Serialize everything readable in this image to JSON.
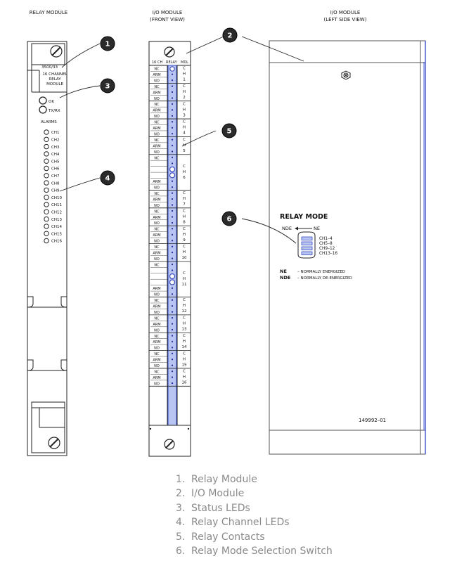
{
  "headings": {
    "relay_module": "RELAY MODULE",
    "io_front_1": "I/O MODULE",
    "io_front_2": "(FRONT VIEW)",
    "io_side_1": "I/O MODULE",
    "io_side_2": "(LEFT SIDE VIEW)"
  },
  "relay_module": {
    "model": "3500/33",
    "desc_1": "16 CHANNEL",
    "desc_2": "RELAY",
    "desc_3": "MODULE",
    "led_ok": "OK",
    "led_txrx": "TX/RX",
    "alarms_label": "ALARMS",
    "channels": [
      "CH1",
      "CH2",
      "CH3",
      "CH4",
      "CH5",
      "CH6",
      "CH7",
      "CH8",
      "CH9",
      "CH10",
      "CH11",
      "CH12",
      "CH13",
      "CH14",
      "CH15",
      "CH16"
    ]
  },
  "io_front": {
    "header_ch": "16 CH",
    "header_relay": "RELAY",
    "header_mdl": "MDL",
    "contacts": [
      "NC",
      "ARM",
      "NO"
    ],
    "channel_letters": [
      "C",
      "H"
    ],
    "channel_numbers": [
      "1",
      "2",
      "3",
      "4",
      "5",
      "6",
      "7",
      "8",
      "9",
      "10",
      "11",
      "12",
      "13",
      "14",
      "15",
      "16"
    ]
  },
  "side_view": {
    "relay_mode_title": "RELAY MODE",
    "nde_label": "NDE",
    "ne_label": "NE",
    "switch_labels": [
      "CH1–4",
      "CH5–8",
      "CH9–12",
      "CH13–16"
    ],
    "def_ne_key": "NE",
    "def_ne_text": "– NORMALLY ENERGIZED",
    "def_nde_key": "NDE",
    "def_nde_text": "– NORMALLY DE-ENERGIZED",
    "part_number": "149992–01"
  },
  "callouts": [
    "1",
    "2",
    "3",
    "4",
    "5",
    "6"
  ],
  "legend": [
    {
      "num": "1.",
      "text": "Relay Module"
    },
    {
      "num": "2.",
      "text": "I/O Module"
    },
    {
      "num": "3.",
      "text": "Status LEDs"
    },
    {
      "num": "4.",
      "text": "Relay Channel LEDs"
    },
    {
      "num": "5.",
      "text": "Relay Contacts"
    },
    {
      "num": "6.",
      "text": "Relay Mode Selection Switch"
    }
  ],
  "colors": {
    "line": "#222222",
    "terminal_strip": "#b8c4f2",
    "terminal_strip_edge": "#3a4ec0",
    "side_edge": "#4a5fd0",
    "callout_fill": "#2b2b2b",
    "legend_text": "#8a8a8a"
  }
}
